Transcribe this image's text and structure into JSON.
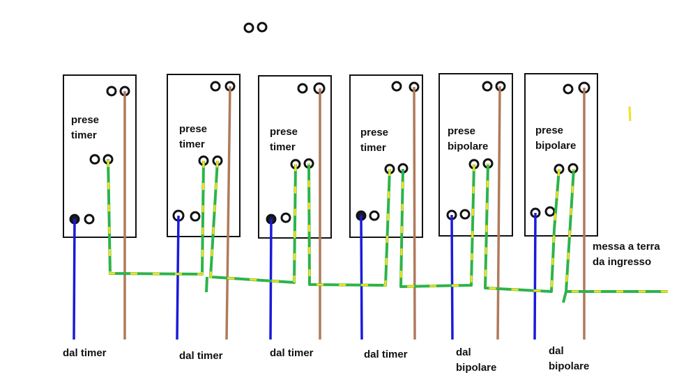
{
  "boxes": [
    {
      "label_line1": "prese",
      "label_line2": "timer",
      "source_line1": "dal timer",
      "source_line2": ""
    },
    {
      "label_line1": "prese",
      "label_line2": "timer",
      "source_line1": "dal timer",
      "source_line2": ""
    },
    {
      "label_line1": "prese",
      "label_line2": "timer",
      "source_line1": "dal timer",
      "source_line2": ""
    },
    {
      "label_line1": "prese",
      "label_line2": "timer",
      "source_line1": "dal timer",
      "source_line2": ""
    },
    {
      "label_line1": "prese",
      "label_line2": "bipolare",
      "source_line1": "dal",
      "source_line2": "bipolare"
    },
    {
      "label_line1": "prese",
      "label_line2": "bipolare",
      "source_line1": "dal",
      "source_line2": "bipolare"
    }
  ],
  "ground_label_line1": "messa a terra",
  "ground_label_line2": "da ingresso",
  "colors": {
    "neutral_wire": "#1a1adb",
    "phase_wire": "#b07a5a",
    "ground_wire": "#2db34a",
    "ground_stripe": "#f0e020",
    "outline": "#111111"
  }
}
